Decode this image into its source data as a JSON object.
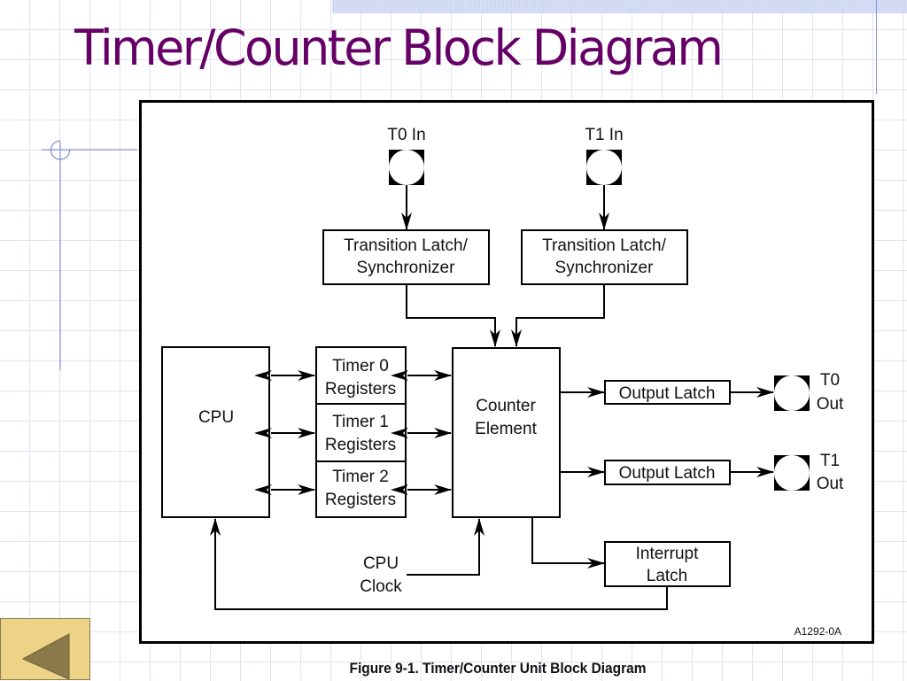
{
  "slide": {
    "title": "Timer/Counter Block Diagram",
    "caption": "Figure 9-1.  Timer/Counter Unit Block Diagram",
    "figure_id": "A1292-0A",
    "colors": {
      "title": "#660066",
      "grid": "#dfe3f4",
      "accent_line": "#8a96d6",
      "nav_button": "#ecd385",
      "nav_arrow": "#8b7a4a"
    }
  },
  "navigation": {
    "back_button": {
      "icon": "left-triangle-icon",
      "label": "Previous slide"
    }
  },
  "diagram": {
    "pins": {
      "t0_in": "T0 In",
      "t1_in": "T1 In",
      "t0_out": [
        "T0",
        "Out"
      ],
      "t1_out": [
        "T1",
        "Out"
      ]
    },
    "blocks": {
      "transition_latch_0": [
        "Transition Latch/",
        "Synchronizer"
      ],
      "transition_latch_1": [
        "Transition Latch/",
        "Synchronizer"
      ],
      "cpu": "CPU",
      "timer0_registers": [
        "Timer 0",
        "Registers"
      ],
      "timer1_registers": [
        "Timer 1",
        "Registers"
      ],
      "timer2_registers": [
        "Timer 2",
        "Registers"
      ],
      "counter_element": [
        "Counter",
        "Element"
      ],
      "output_latch_0": "Output Latch",
      "output_latch_1": "Output Latch",
      "interrupt_latch": [
        "Interrupt",
        "Latch"
      ]
    },
    "labels": {
      "cpu_clock": [
        "CPU",
        "Clock"
      ]
    }
  }
}
